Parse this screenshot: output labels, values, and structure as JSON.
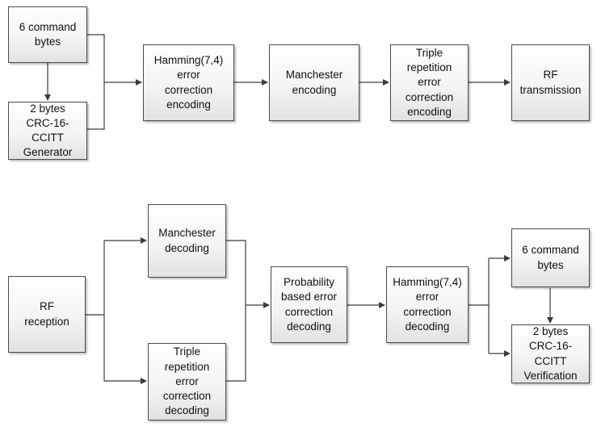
{
  "encoder": {
    "command_bytes": "6 command\nbytes",
    "crc_generator": "2 bytes\nCRC-16-CCITT\nGenerator",
    "hamming_encoding": "Hamming(7,4)\nerror\ncorrection\nencoding",
    "manchester_encoding": "Manchester\nencoding",
    "triple_repetition_encoding": "Triple\nrepetition\nerror\ncorrection\nencoding",
    "rf_transmission": "RF\ntransmission"
  },
  "decoder": {
    "rf_reception": "RF\nreception",
    "manchester_decoding": "Manchester\ndecoding",
    "triple_repetition_decoding": "Triple\nrepetition\nerror\ncorrection\ndecoding",
    "probability_decoding": "Probability\nbased error\ncorrection\ndecoding",
    "hamming_decoding": "Hamming(7,4)\nerror\ncorrection\ndecoding",
    "command_bytes": "6 command\nbytes",
    "crc_verification": "2 bytes\nCRC-16-CCITT\nVerification"
  },
  "colors": {
    "line": "#3c3c3c",
    "box_border": "#4a4a4a"
  }
}
